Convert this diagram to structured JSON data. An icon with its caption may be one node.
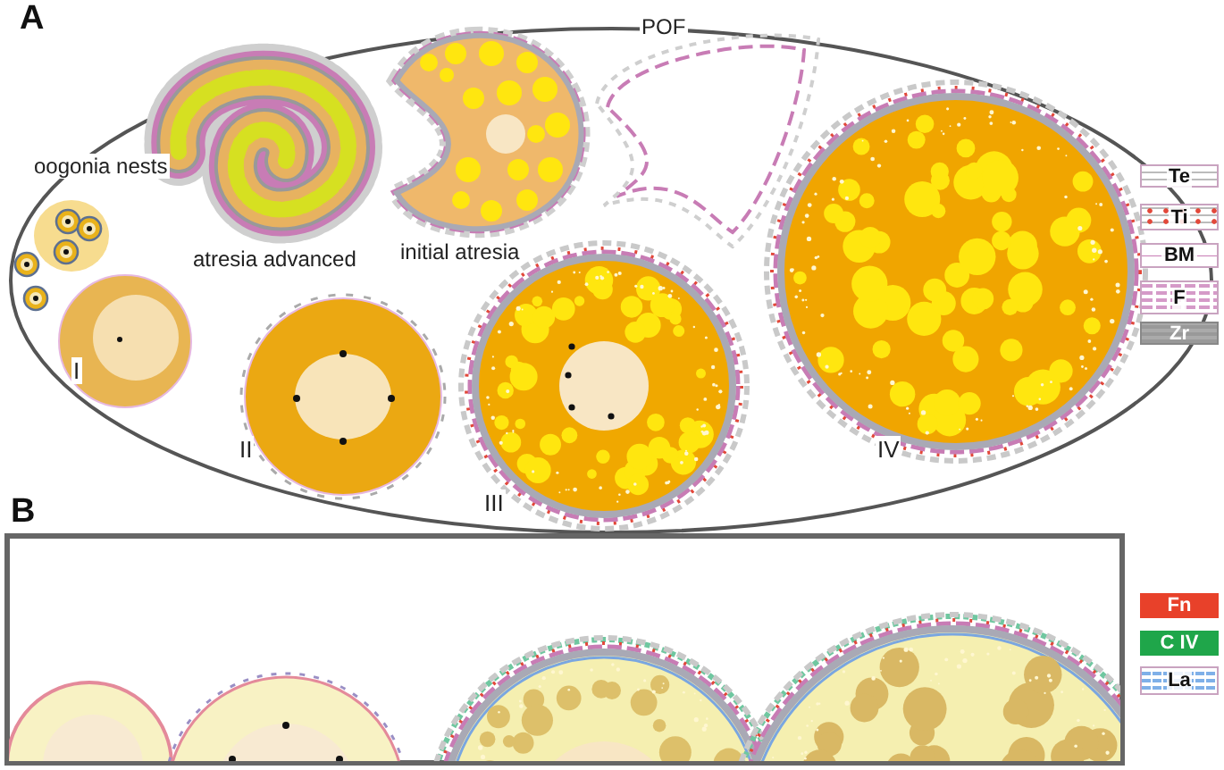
{
  "diagram": {
    "labels": [
      "A",
      "POF",
      "oogonia nests",
      "atresia advanced",
      "initial atresia",
      "I",
      "II",
      "III",
      "IV",
      "B"
    ],
    "legend": [
      {
        "text": "Te"
      },
      {
        "text": "Ti"
      },
      {
        "text": "BM"
      },
      {
        "text": "F"
      },
      {
        "text": "Zr"
      },
      {
        "text": "Fn",
        "color": "#e8412a"
      },
      {
        "text": "C IV",
        "color": "#1fa64a"
      },
      {
        "text": "La"
      }
    ]
  }
}
